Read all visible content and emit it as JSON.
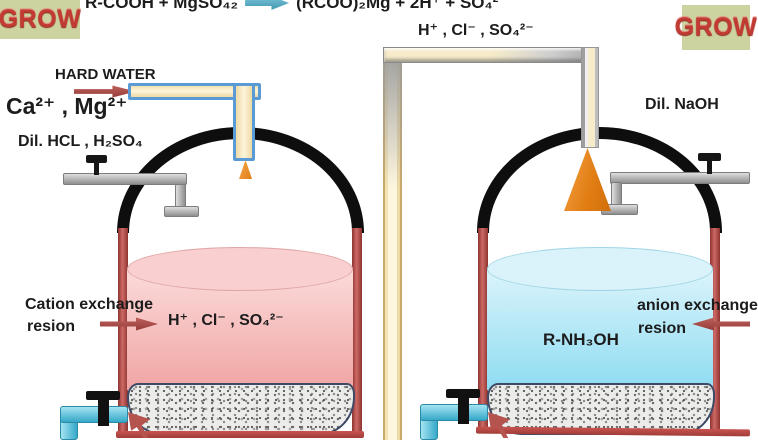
{
  "header": {
    "logo_left": "GROW",
    "logo_right": "GROW",
    "equation": {
      "lhs": "R-COOH + MgSO₄₂",
      "rhs": "(RCOO)₂Mg  +  2H⁺  +  SO₄²⁻"
    },
    "product_ions": "H⁺ , Cl⁻  , SO₄²⁻"
  },
  "left_tank": {
    "feed_label": "HARD WATER",
    "feed_ions": "Ca²⁺ , Mg²⁺",
    "regenerant_label": "Dil. HCL , H₂SO₄",
    "resin_label_line1": "Cation exchange",
    "resin_label_line2": "resion",
    "content_label": "H⁺ , Cl⁻  , SO₄²⁻"
  },
  "right_tank": {
    "regenerant_label": "Dil. NaOH",
    "resin_label_line1": "anion exchange",
    "resin_label_line2": "resion",
    "content_label": "R-NH₃OH"
  },
  "colors": {
    "logo_bg": "#ccd3a1",
    "logo_text": "#c23b32",
    "tank_wall": "#b04a47",
    "dome": "#0e0e0e",
    "cation_liquid": "#f0a5a3",
    "anion_liquid": "#8edcf2",
    "pipe_cream": "#f7ecca",
    "pipe_blue_border": "#5b9bd5",
    "valve_cyan": "#4bbfdd",
    "spray_orange": "#e07c12",
    "arrow_red": "#b5534e",
    "equation_arrow_blue": "#4aa8c0"
  }
}
